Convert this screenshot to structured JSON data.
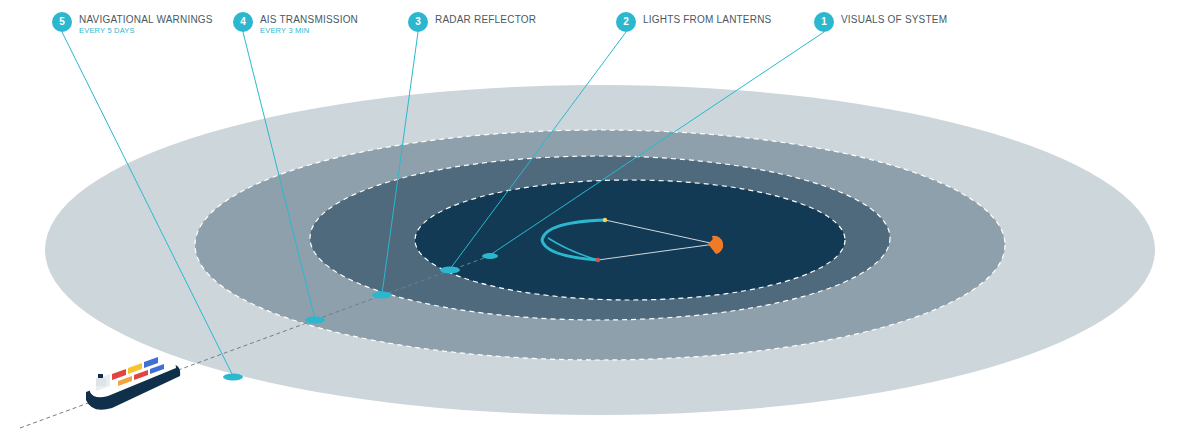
{
  "diagram": {
    "nodes": [
      {
        "text": [
          "5",
          "NAVIGATIONAL WARNINGS",
          "EVERY 5 DAYS"
        ]
      },
      {
        "text": [
          "4",
          "AIS TRANSMISSION",
          "EVERY 3 MIN"
        ]
      },
      {
        "text": [
          "3",
          "RADAR REFLECTOR"
        ]
      },
      {
        "text": [
          "2",
          "LIGHTS FROM LANTERNS"
        ]
      },
      {
        "text": [
          "1",
          "VISUALS OF SYSTEM"
        ]
      }
    ]
  }
}
